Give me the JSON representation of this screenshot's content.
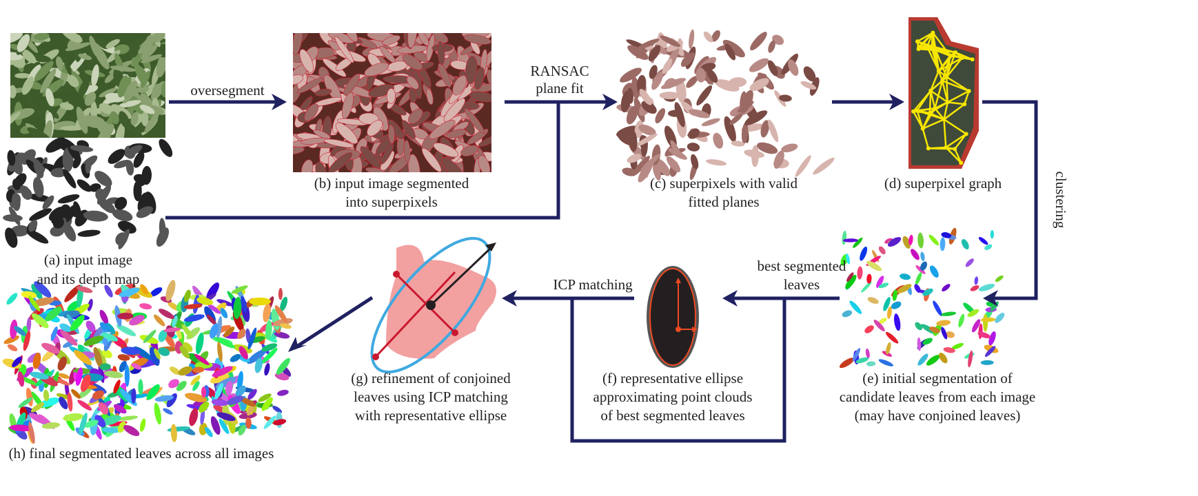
{
  "colors": {
    "flow": "#1f2160",
    "ellipse_blue": "#3fa9e0",
    "axis_red": "#c8192e",
    "cloud_pink": "#f3a0a0",
    "ellipse_orange": "#f04a23",
    "graph_yellow": "#f7e600"
  },
  "panels": {
    "a": {
      "caption": [
        "(a) input image",
        "and its depth map"
      ]
    },
    "b": {
      "caption": [
        "(b) input image segmented",
        "into superpixels"
      ]
    },
    "c": {
      "caption": [
        "(c) superpixels with valid",
        "fitted planes"
      ]
    },
    "d": {
      "caption": [
        "(d) superpixel graph"
      ]
    },
    "e": {
      "caption": [
        "(e) initial segmentation of",
        "candidate leaves from each image",
        "(may have conjoined leaves)"
      ]
    },
    "f": {
      "caption": [
        "(f) representative ellipse",
        "approximating point clouds",
        "of best segmented leaves"
      ]
    },
    "g": {
      "caption": [
        "(g) refinement of conjoined",
        "leaves using ICP matching",
        "with representative ellipse"
      ]
    },
    "h": {
      "caption": [
        "(h) final segmentated leaves across all images"
      ]
    }
  },
  "arrows": {
    "oversegment": "oversegment",
    "ransac": [
      "RANSAC",
      "plane fit"
    ],
    "clustering": "clustering",
    "best": [
      "best segmented",
      "leaves"
    ],
    "icp": "ICP matching"
  }
}
